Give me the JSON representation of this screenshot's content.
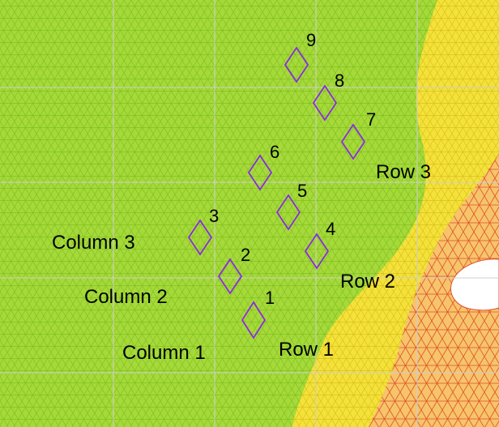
{
  "colors": {
    "mesh_green": "#a6d93a",
    "mesh_green_line": "#7fc21f",
    "mesh_yellow": "#f4e23a",
    "mesh_orange": "#f2a23a",
    "mesh_red_line": "#e0502a",
    "grid_line": "#c9c9c9",
    "diamond_outline": "#8a2be2",
    "label_text": "#000000"
  },
  "wells": [
    {
      "id": "1",
      "label": "1"
    },
    {
      "id": "2",
      "label": "2"
    },
    {
      "id": "3",
      "label": "3"
    },
    {
      "id": "4",
      "label": "4"
    },
    {
      "id": "5",
      "label": "5"
    },
    {
      "id": "6",
      "label": "6"
    },
    {
      "id": "7",
      "label": "7"
    },
    {
      "id": "8",
      "label": "8"
    },
    {
      "id": "9",
      "label": "9"
    }
  ],
  "groups": {
    "column1": "Column 1",
    "column2": "Column 2",
    "column3": "Column 3",
    "row1": "Row 1",
    "row2": "Row 2",
    "row3": "Row 3"
  }
}
